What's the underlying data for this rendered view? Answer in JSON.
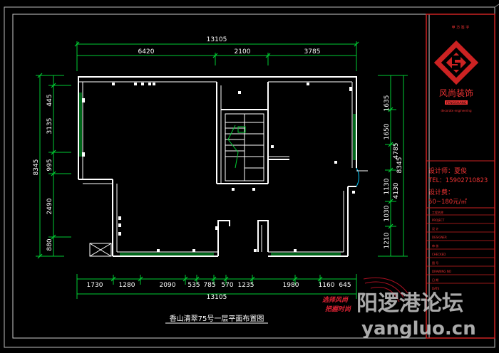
{
  "drawing": {
    "title": "香山清翠75号一层平面布置图",
    "dims_top": {
      "total": "13105",
      "segments": [
        "6420",
        "2100",
        "3785"
      ]
    },
    "dims_bottom": {
      "total": "13105",
      "segments": [
        "1730",
        "1280",
        "2090",
        "535",
        "785",
        "570",
        "1235",
        "1980",
        "1160",
        "645"
      ]
    },
    "dims_left": {
      "total": "8345",
      "segments": [
        "445",
        "3135",
        "995",
        "2490",
        "880"
      ]
    },
    "dims_right": {
      "total": "8345",
      "segments": [
        "1635",
        "1650",
        "1130",
        "1030",
        "1210"
      ],
      "inner": [
        "4785",
        "4130"
      ]
    }
  },
  "title_block": {
    "small_heading": "甲 方 签 字",
    "company_name": "风尚装饰",
    "company_sub": "FENGSHANG",
    "company_sub2": "decorate engineering",
    "designer_line": "设计师：夏俊",
    "tel_line": "TEL：15902710823",
    "fee_label": "设计费：",
    "fee_value": "50~180元/㎡",
    "rows": [
      "工程名称",
      "PROJECT",
      "设 计",
      "DESIGNER",
      "审 核",
      "CHECKED",
      "图 号",
      "DRAWING NO",
      "日 期",
      "DATE"
    ]
  },
  "watermark": {
    "slogan1": "选择风尚",
    "slogan2": "把握时尚",
    "forum": "阳逻港论坛",
    "url": "yangluo.cn"
  },
  "colors": {
    "background": "#000000",
    "wall": "#ffffff",
    "dimension": "#00cc33",
    "frame_red": "#cc2222",
    "accent_green": "#33ff66"
  }
}
